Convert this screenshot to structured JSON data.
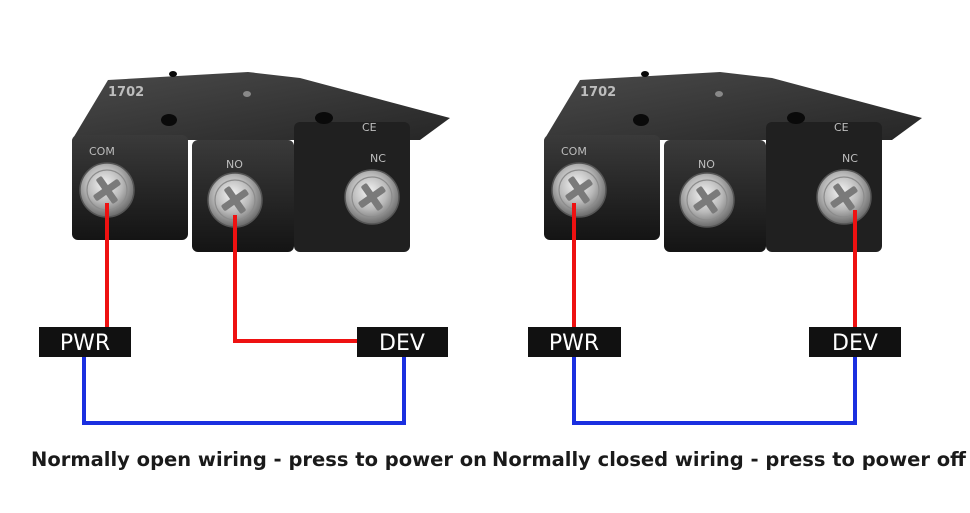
{
  "switches": [
    {
      "model": "1702",
      "terminals": {
        "com": "COM",
        "no": "NO",
        "nc": "NC"
      },
      "power_label": "PWR",
      "device_label": "DEV",
      "caption": "Normally open wiring - press to power on"
    },
    {
      "model": "1702",
      "terminals": {
        "com": "COM",
        "no": "NO",
        "nc": "NC"
      },
      "power_label": "PWR",
      "device_label": "DEV",
      "caption": "Normally closed wiring - press to power off"
    }
  ],
  "marks": {
    "ce": "CE"
  },
  "colors": {
    "wire_red": "#ee1111",
    "wire_blue": "#1a2fe0",
    "label_bg": "#111111",
    "body": "#1e1e1e"
  }
}
